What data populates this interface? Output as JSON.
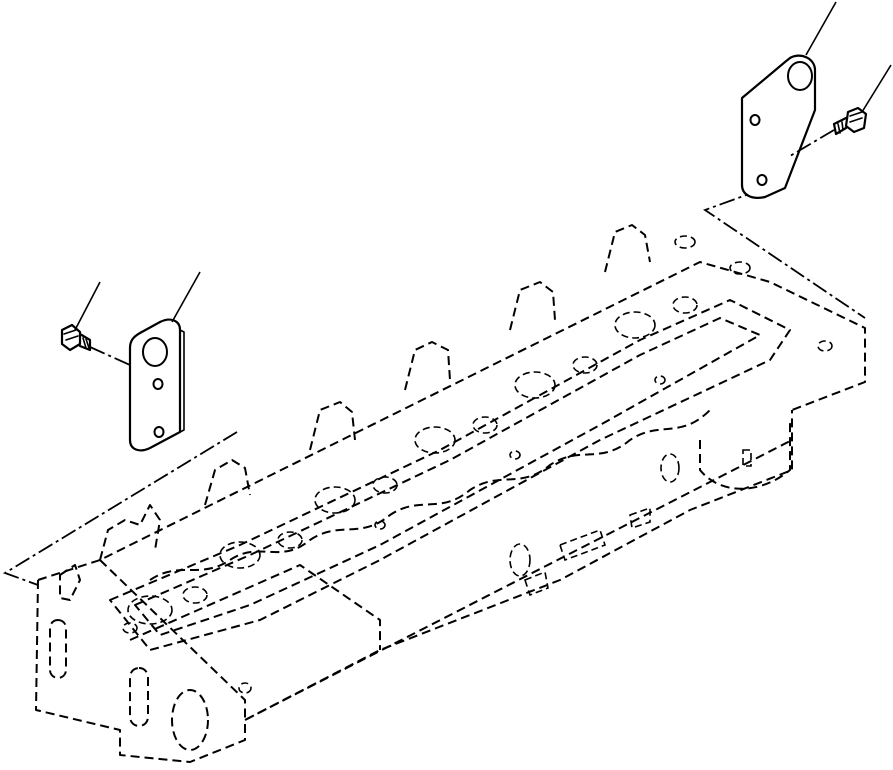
{
  "diagram": {
    "type": "exploded-parts-view",
    "components": [
      {
        "name": "cylinder-head",
        "drawn_as": "dashed-outline"
      },
      {
        "name": "rear-lifting-bracket"
      },
      {
        "name": "rear-bracket-bolt"
      },
      {
        "name": "front-lifting-bracket"
      },
      {
        "name": "front-bracket-bolt"
      }
    ],
    "leader_lines": 4,
    "callout_labels": []
  },
  "colors": {
    "line": "#000000",
    "background": "#ffffff"
  }
}
